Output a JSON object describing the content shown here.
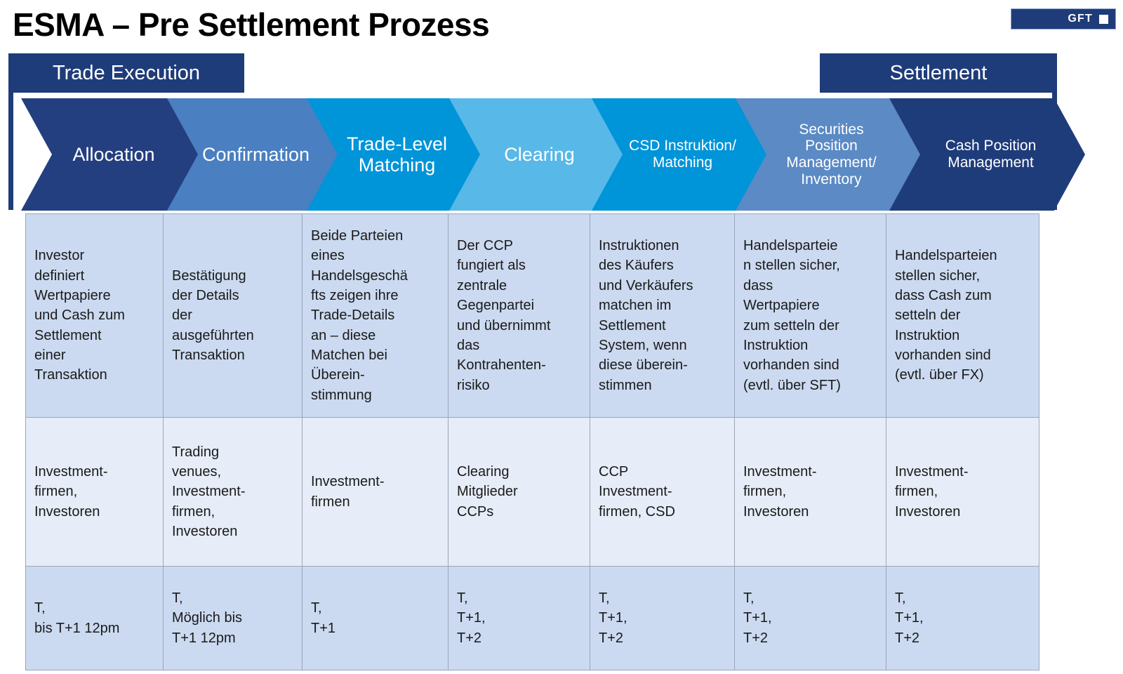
{
  "page": {
    "title": "ESMA – Pre Settlement Prozess",
    "logo": {
      "text": "GFT",
      "mark": "white-square"
    }
  },
  "banners": [
    {
      "id": "trade-execution",
      "label": "Trade Execution",
      "color": "#1F3C7A"
    },
    {
      "id": "settlement",
      "label": "Settlement",
      "color": "#1F3C7A"
    }
  ],
  "stages": [
    {
      "id": "allocation",
      "label": "Allocation",
      "color": "#243F80",
      "font_size": "27px"
    },
    {
      "id": "confirmation",
      "label": "Confirmation",
      "color": "#4A7FC1",
      "font_size": "27px"
    },
    {
      "id": "trade-level-matching",
      "label": "Trade-Level\nMatching",
      "color": "#0094D9",
      "font_size": "27px"
    },
    {
      "id": "clearing",
      "label": "Clearing",
      "color": "#58B8E8",
      "font_size": "27px"
    },
    {
      "id": "csd-instruktion-matching",
      "label": "CSD Instruktion/\nMatching",
      "color": "#0094D9",
      "font_size": "21px"
    },
    {
      "id": "securities-position-management",
      "label": "Securities\nPosition\nManagement/\nInventory",
      "color": "#5B8AC4",
      "font_size": "21px"
    },
    {
      "id": "cash-position-management",
      "label": "Cash Position\nManagement",
      "color": "#1F3C7A",
      "font_size": "21px"
    }
  ],
  "table": {
    "rows": [
      {
        "id": "description",
        "background": "#CBDAF0",
        "cells": [
          "Investor\ndefiniert\nWertpapiere\nund Cash zum\nSettlement\neiner\nTransaktion",
          "Bestätigung\nder Details\nder\nausgeführten\nTransaktion",
          "Beide Parteien\neines\nHandelsgeschä\nfts zeigen ihre\nTrade-Details\nan – diese\nMatchen bei\nÜberein-\nstimmung",
          "Der CCP\nfungiert als\nzentrale\nGegenpartei\nund übernimmt\ndas\nKontrahenten-\nrisiko",
          "Instruktionen\ndes Käufers\nund Verkäufers\nmatchen im\nSettlement\nSystem, wenn\ndiese überein-\nstimmen",
          "Handelsparteie\nn stellen sicher,\ndass\nWertpapiere\nzum setteln der\nInstruktion\nvorhanden sind\n(evtl. über SFT)",
          "Handelsparteien\nstellen sicher,\ndass Cash zum\nsetteln der\nInstruktion\nvorhanden sind\n(evtl. über FX)"
        ]
      },
      {
        "id": "participants",
        "background": "#E6EDF8",
        "cells": [
          "Investment-\nfirmen,\nInvestoren",
          "Trading\nvenues,\nInvestment-\nfirmen,\nInvestoren",
          "Investment-\nfirmen",
          "Clearing\nMitglieder\nCCPs",
          "CCP\nInvestment-\nfirmen, CSD",
          "Investment-\nfirmen,\nInvestoren",
          "Investment-\nfirmen,\nInvestoren"
        ]
      },
      {
        "id": "timing",
        "background": "#CBDAF0",
        "cells": [
          "T,\nbis T+1 12pm",
          "T,\nMöglich bis\nT+1 12pm",
          "T,\nT+1",
          "T,\nT+1,\nT+2",
          "T,\nT+1,\nT+2",
          "T,\nT+1,\nT+2",
          "T,\nT+1,\nT+2"
        ]
      }
    ]
  },
  "layout": {
    "column_edges": [
      36,
      232,
      430,
      638,
      840,
      1046,
      1262,
      1480
    ],
    "chevron_edges": [
      30,
      236,
      435,
      638,
      841,
      1046,
      1265,
      1500
    ]
  }
}
